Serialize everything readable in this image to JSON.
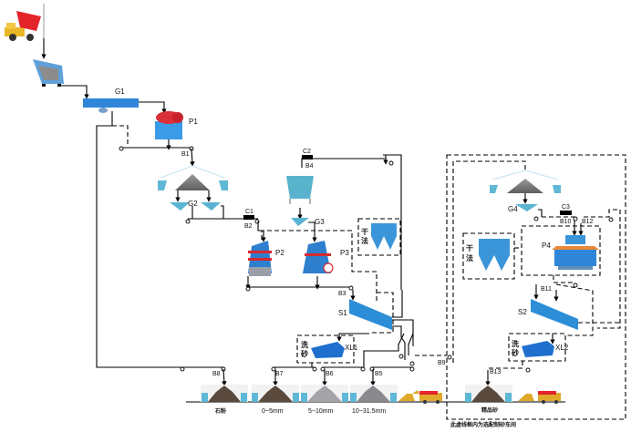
{
  "diagram": {
    "title": "Sand and gravel production flow chart",
    "equipment_labels": {
      "g1": "G1",
      "g2": "G2",
      "g3": "G3",
      "g4": "G4",
      "p1": "P1",
      "p2": "P2",
      "p3": "P3",
      "p4": "P4",
      "c1": "C1",
      "c2": "C2",
      "c3": "C3",
      "s1": "S1",
      "s2": "S2",
      "xl1": "XL1",
      "xl2": "XL2"
    },
    "belt_labels": {
      "b1": "B1",
      "b2": "B2",
      "b3": "B3",
      "b4": "B4",
      "b5": "B5",
      "b6": "B6",
      "b7": "B7",
      "b8": "B8",
      "b9": "B9",
      "b10": "B10",
      "b11": "B11",
      "b12": "B12",
      "b13": "B13"
    },
    "dust_collector_label_1": [
      "干",
      "法"
    ],
    "dust_collector_label_2": [
      "干",
      "法"
    ],
    "washer_label_1": [
      "洗",
      "砂"
    ],
    "washer_label_2": [
      "洗",
      "砂"
    ],
    "products": [
      {
        "label": "石粉"
      },
      {
        "label": "0~5mm"
      },
      {
        "label": "5~10mm"
      },
      {
        "label": "10~31.5mm"
      },
      {
        "label": "精品砂"
      }
    ],
    "optional_note": "此虚线框内为选配制砂车间"
  }
}
